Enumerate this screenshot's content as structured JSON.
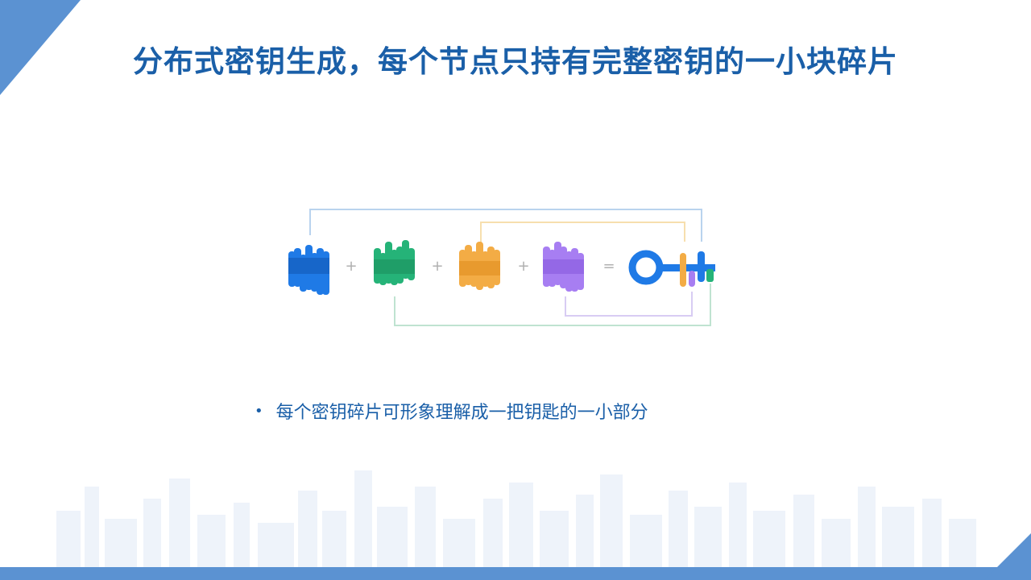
{
  "slide": {
    "title": "分布式密钥生成，每个节点只持有完整密钥的一小块碎片",
    "bullet": "每个密钥碎片可形象理解成一把钥匙的一小部分"
  },
  "diagram": {
    "operators": [
      "+",
      "+",
      "+",
      "="
    ],
    "fragments": [
      {
        "icon": "key-fragment-blue",
        "color": "#1f7ae6"
      },
      {
        "icon": "key-fragment-green",
        "color": "#25b378"
      },
      {
        "icon": "key-fragment-orange",
        "color": "#f3ac45"
      },
      {
        "icon": "key-fragment-purple",
        "color": "#a77ef2"
      }
    ],
    "result_icon": "key-icon"
  },
  "theme": {
    "accent": "#1a5fa8",
    "bar": "#5b92d2"
  }
}
